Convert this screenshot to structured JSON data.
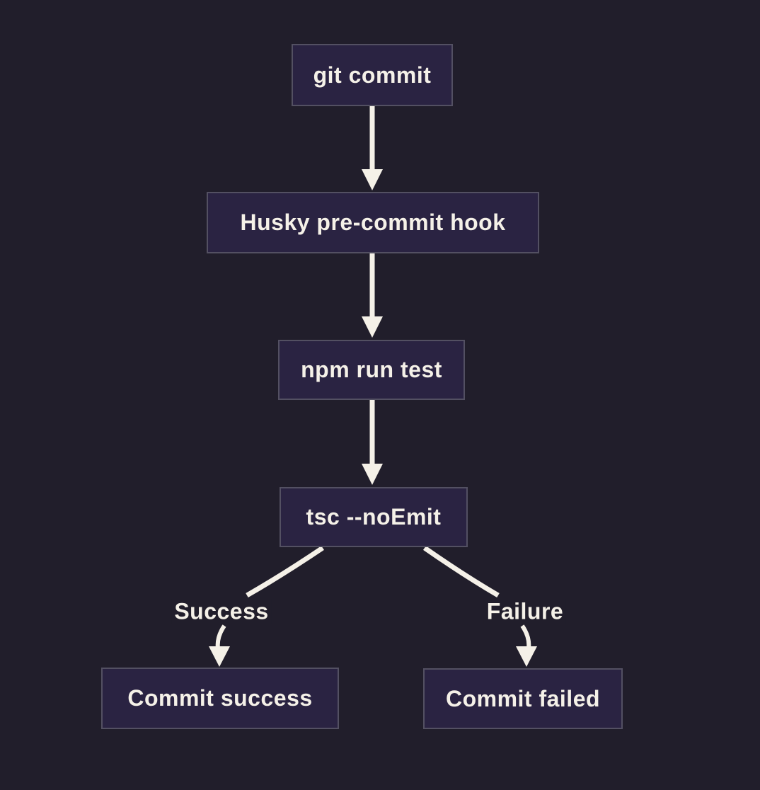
{
  "diagram": {
    "type": "flowchart",
    "direction": "top-down",
    "colors": {
      "background": "#211e2b",
      "node_fill": "#2a2342",
      "node_border": "#535062",
      "text": "#f5f1e8",
      "edge": "#f5f1e8"
    },
    "nodes": [
      {
        "id": "git-commit",
        "label": "git commit"
      },
      {
        "id": "husky-hook",
        "label": "Husky pre-commit hook"
      },
      {
        "id": "npm-test",
        "label": "npm run test"
      },
      {
        "id": "tsc-noemit",
        "label": "tsc --noEmit"
      },
      {
        "id": "commit-success",
        "label": "Commit success"
      },
      {
        "id": "commit-failed",
        "label": "Commit failed"
      }
    ],
    "edge_labels": [
      {
        "id": "success",
        "label": "Success"
      },
      {
        "id": "failure",
        "label": "Failure"
      }
    ],
    "edges": [
      {
        "from": "git-commit",
        "to": "husky-hook"
      },
      {
        "from": "husky-hook",
        "to": "npm-test"
      },
      {
        "from": "npm-test",
        "to": "tsc-noemit"
      },
      {
        "from": "tsc-noemit",
        "to": "commit-success",
        "label": "Success"
      },
      {
        "from": "tsc-noemit",
        "to": "commit-failed",
        "label": "Failure"
      }
    ]
  }
}
